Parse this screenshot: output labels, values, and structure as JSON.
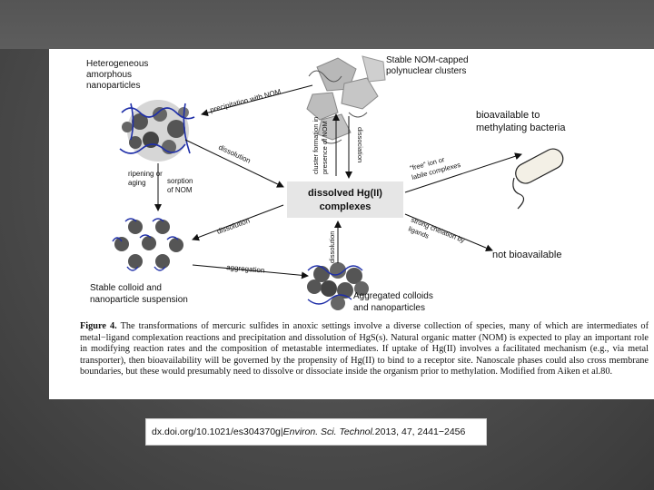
{
  "figure": {
    "labels": {
      "heterogeneous": [
        "Heterogeneous",
        "amorphous",
        "nanoparticles"
      ],
      "stable_nom": [
        "Stable NOM-capped",
        "polynuclear clusters"
      ],
      "bioavailable": [
        "bioavailable to",
        "methylating bacteria"
      ],
      "center_box": [
        "dissolved Hg(II)",
        "complexes"
      ],
      "ripening": [
        "ripening or",
        "aging"
      ],
      "sorption": [
        "sorption",
        "of NOM"
      ],
      "stable_colloid": [
        "Stable colloid and",
        "nanoparticle suspension"
      ],
      "aggregated": [
        "Aggregated colloids",
        "and nanoparticles"
      ],
      "not_bioavailable": "not bioavailable"
    },
    "arrows": {
      "precipitation": "precipitation with NOM",
      "dissolution_top": "dissolution",
      "dissolution_mid": "dissolution",
      "aggregation": "aggregation",
      "cluster_formation": [
        "cluster formation in",
        "presence of NOM"
      ],
      "dissociation": "dissociation",
      "free_ion": [
        "\"free\" ion or",
        "labile complexes"
      ],
      "strong_chelation": [
        "strong chelation by",
        "ligands"
      ],
      "dissolution_bottom": "dissolution"
    }
  },
  "caption": {
    "figure_label": "Figure 4.",
    "text": " The transformations of mercuric sulfides in anoxic settings involve a diverse collection of species, many of which are intermediates of metal−ligand complexation reactions and precipitation and dissolution of HgS(s). Natural organic matter (NOM) is expected to play an important role in modifying reaction rates and the composition of metastable intermediates. If uptake of Hg(II) involves a facilitated mechanism (e.g., via metal transporter), then bioavailability will be governed by the propensity of Hg(II) to bind to a receptor site. Nanoscale phases could also cross membrane boundaries, but these would presumably need to dissolve or dissociate inside the organism prior to methylation. Modified from Aiken et al.80."
  },
  "citation": {
    "doi": "dx.doi.org/10.1021/es304370g",
    "separator": " | ",
    "journal": "Environ. Sci. Technol.",
    "details": " 2013, 47, 2441−2456"
  }
}
